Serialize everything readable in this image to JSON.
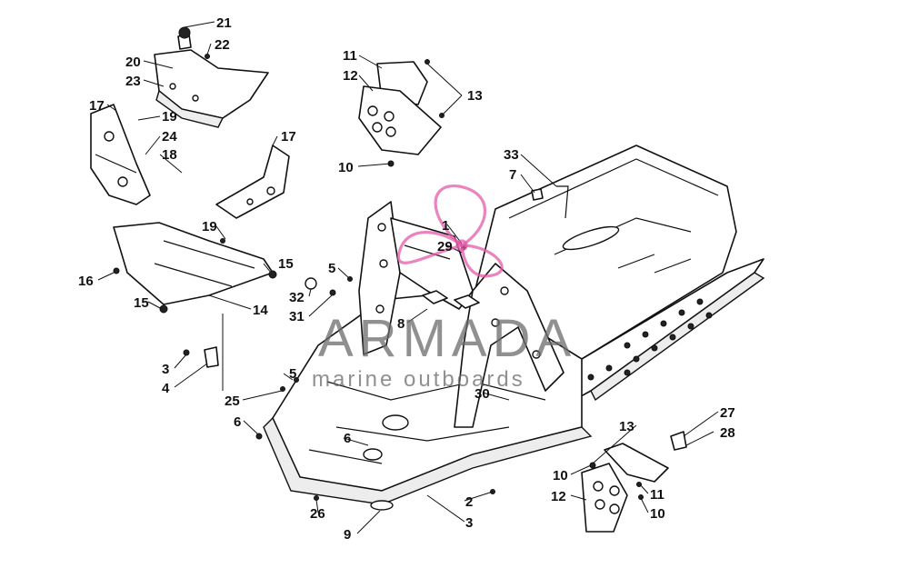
{
  "watermark": {
    "brand": "ARMADA",
    "tagline": "marine outboards",
    "logo_color": "#e45aa8",
    "text_color": "#6b6b6b"
  },
  "callouts": {
    "c1": "1",
    "c2": "2",
    "c3a": "3",
    "c3b": "3",
    "c4": "4",
    "c5a": "5",
    "c5b": "5",
    "c6a": "6",
    "c6b": "6",
    "c7": "7",
    "c8": "8",
    "c9": "9",
    "c10a": "10",
    "c10b": "10",
    "c10c": "10",
    "c11a": "11",
    "c11b": "11",
    "c12a": "12",
    "c12b": "12",
    "c13a": "13",
    "c13b": "13",
    "c14": "14",
    "c15a": "15",
    "c15b": "15",
    "c16": "16",
    "c17a": "17",
    "c17b": "17",
    "c18": "18",
    "c19a": "19",
    "c19b": "19",
    "c20": "20",
    "c21": "21",
    "c22": "22",
    "c23": "23",
    "c24": "24",
    "c25": "25",
    "c26": "26",
    "c27": "27",
    "c28": "28",
    "c29": "29",
    "c30": "30",
    "c31": "31",
    "c32": "32",
    "c33": "33"
  }
}
